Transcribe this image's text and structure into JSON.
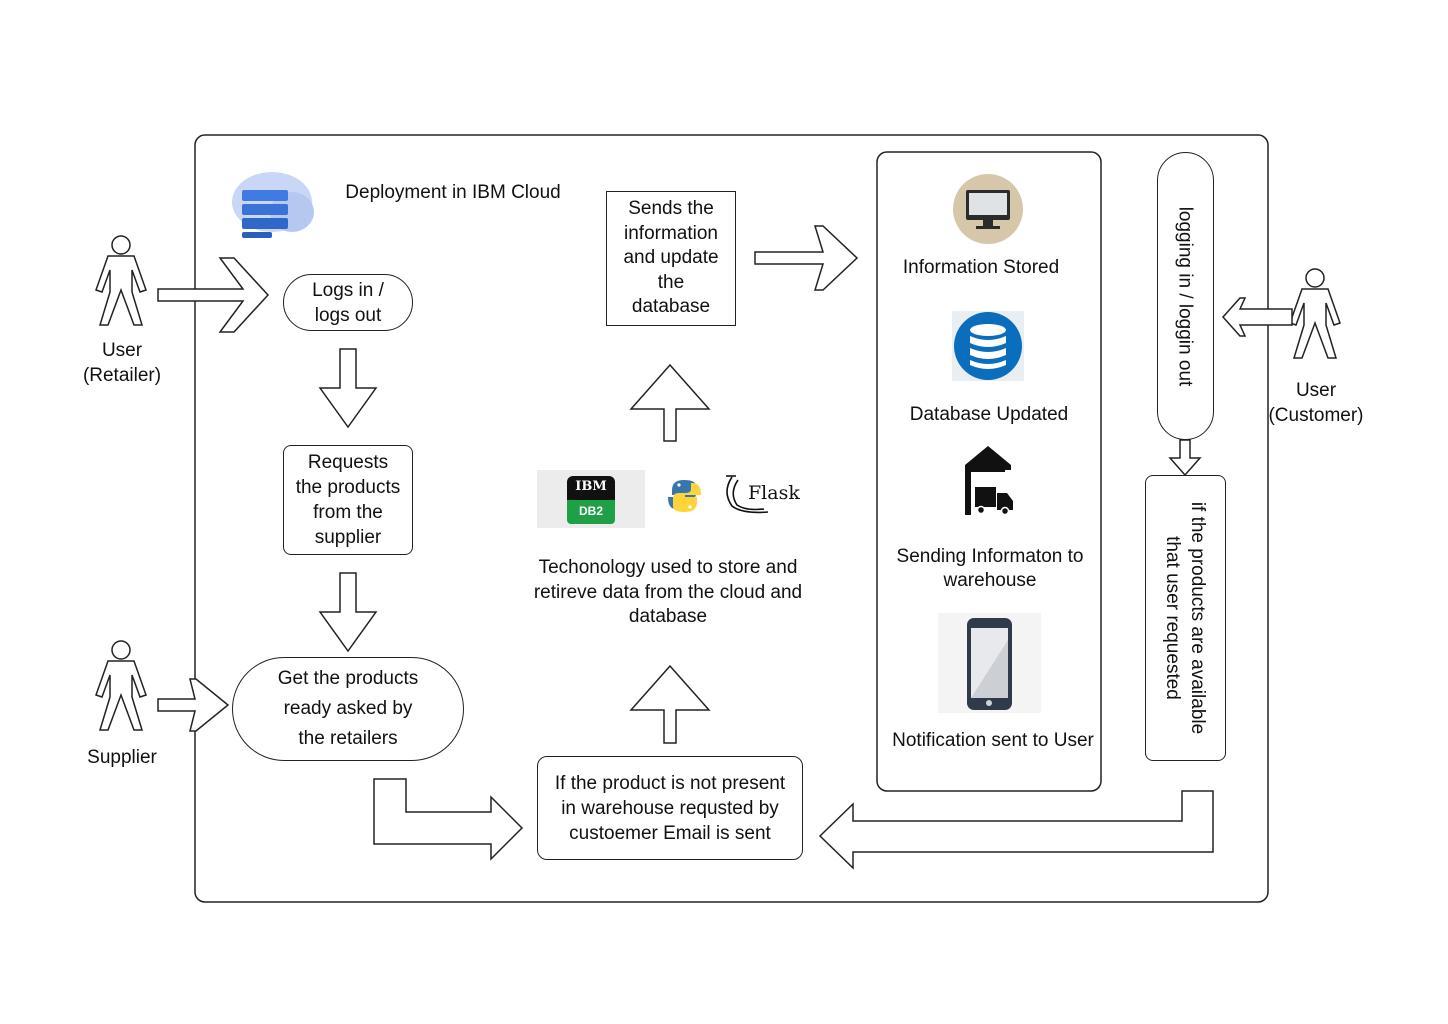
{
  "title": "Deployment in IBM Cloud",
  "actors": {
    "retailer": "User\n(Retailer)",
    "supplier": "Supplier",
    "customer": "User\n(Customer)"
  },
  "nodes": {
    "login": "Logs in /\nlogs out",
    "request": "Requests\nthe products\nfrom the\nsupplier",
    "get_products": "Get the products\nready asked by\nthe retailers",
    "email": "If the product is not present\nin warehouse requsted by\ncustoemer  Email is sent",
    "sends_info": "Sends the\ninformation\nand update\nthe\ndatabase",
    "technology": "Techonology used to store and\nretireve data from the cloud and\ndatabase",
    "customer_login": "logging in / loggin out",
    "availability": "if the products are available\nthat user requested"
  },
  "panel": {
    "info_stored": "Information Stored",
    "db_updated": "Database Updated",
    "sending_info": "Sending Informaton to\nwarehouse",
    "notification": "Notification sent to User"
  },
  "logos": {
    "ibm": "IBM",
    "db2": "DB2",
    "flask": "Flask"
  },
  "icons": {
    "cloud": "cloud-server-icon",
    "monitor": "monitor-icon",
    "database": "database-icon",
    "warehouse": "warehouse-truck-icon",
    "phone": "smartphone-icon",
    "python": "python-logo-icon"
  },
  "colors": {
    "stroke": "#222222",
    "db_blue": "#0a6ebd",
    "monitor_bg": "#d6c7ab",
    "db2_green": "#1fa046"
  }
}
